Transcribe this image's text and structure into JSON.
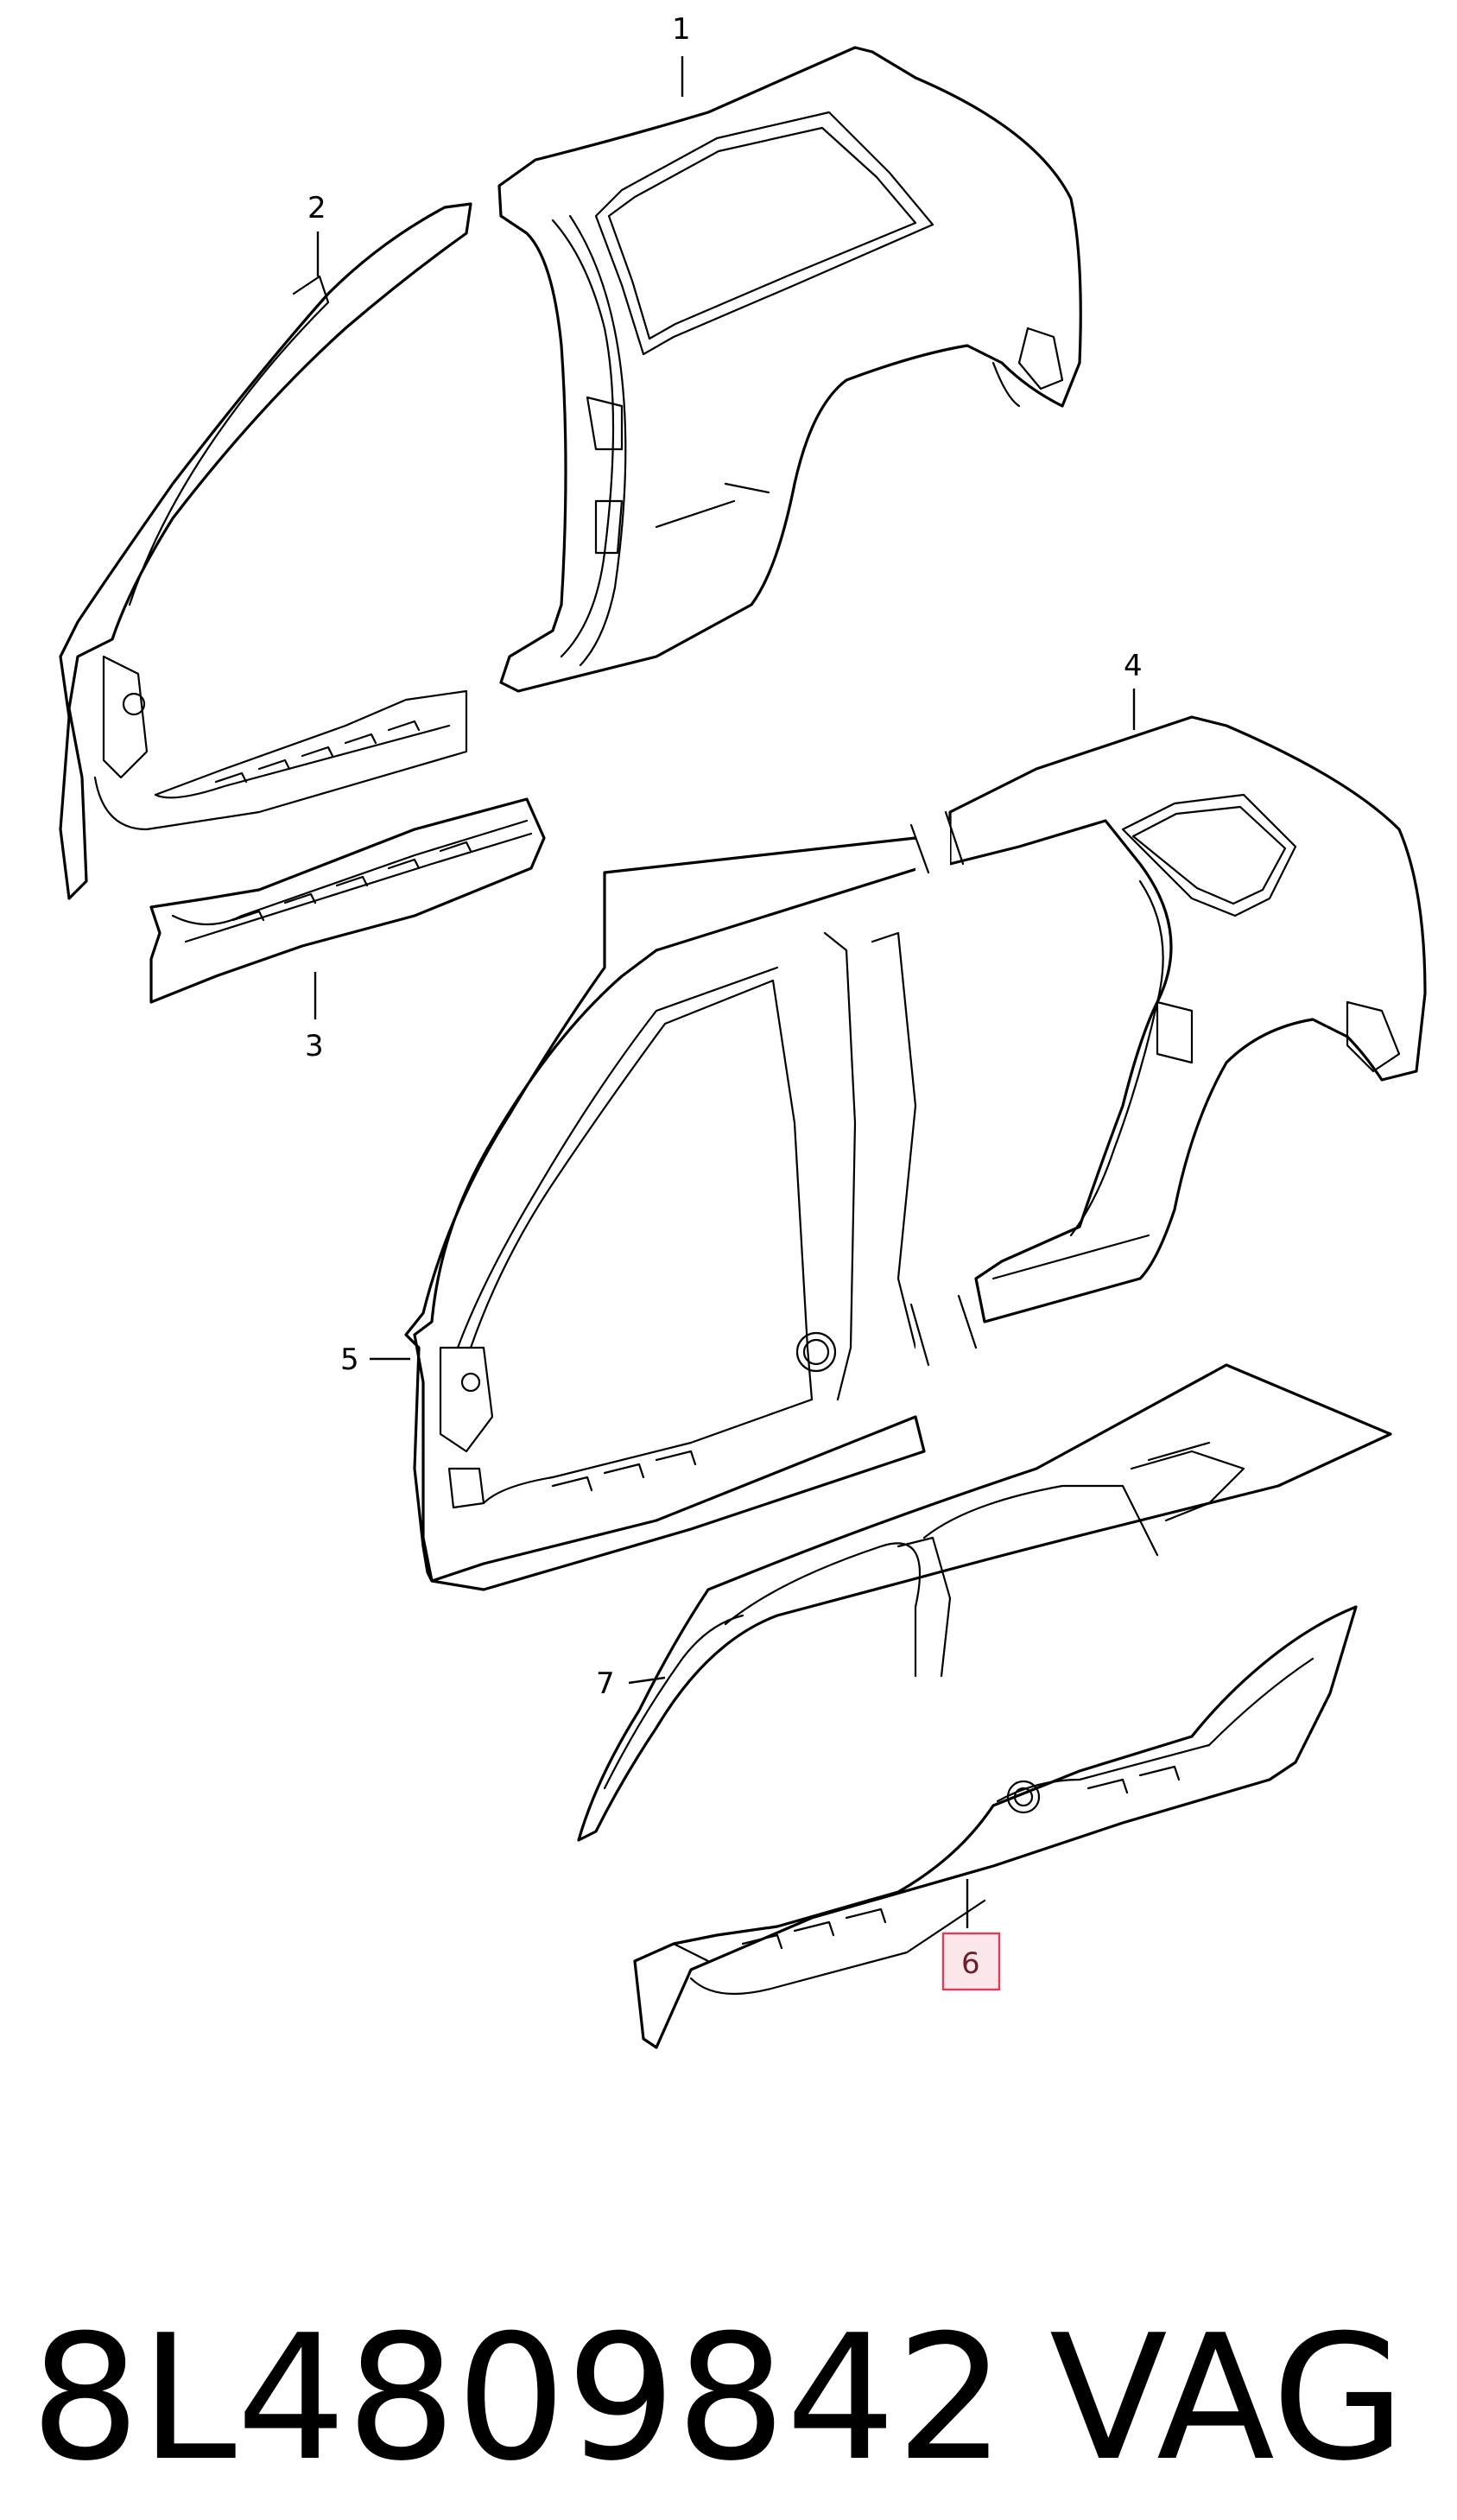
{
  "callouts": {
    "c1": "1",
    "c2": "2",
    "c3": "3",
    "c4": "4",
    "c5": "5",
    "c6": "6",
    "c7": "7"
  },
  "highlighted_callout": "6",
  "highlight_color": "#e23b55",
  "footer": {
    "part_number": "8L4809842",
    "brand": "VAG"
  }
}
